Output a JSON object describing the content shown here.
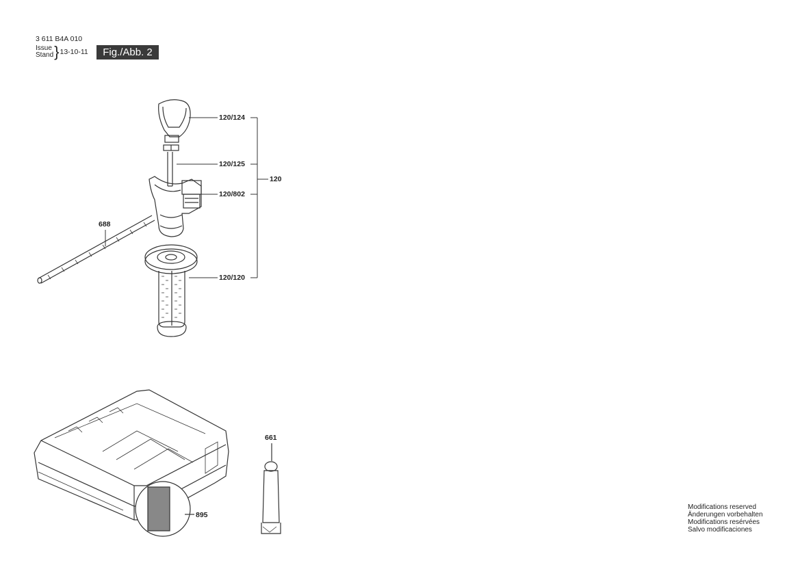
{
  "header": {
    "doc_number": "3 611 B4A 010",
    "issue_label": "Issue",
    "stand_label": "Stand",
    "date": "13-10-11",
    "figure_label": "Fig./Abb. 2"
  },
  "callouts": {
    "c120_124": "120/124",
    "c120_125": "120/125",
    "c120_802": "120/802",
    "c120": "120",
    "c688": "688",
    "c120_120": "120/120",
    "c661": "661",
    "c895": "895"
  },
  "modifications": [
    "Modifications reserved",
    "Änderungen vorbehalten",
    "Modifications resérvées",
    "Salvo modificaciones"
  ]
}
